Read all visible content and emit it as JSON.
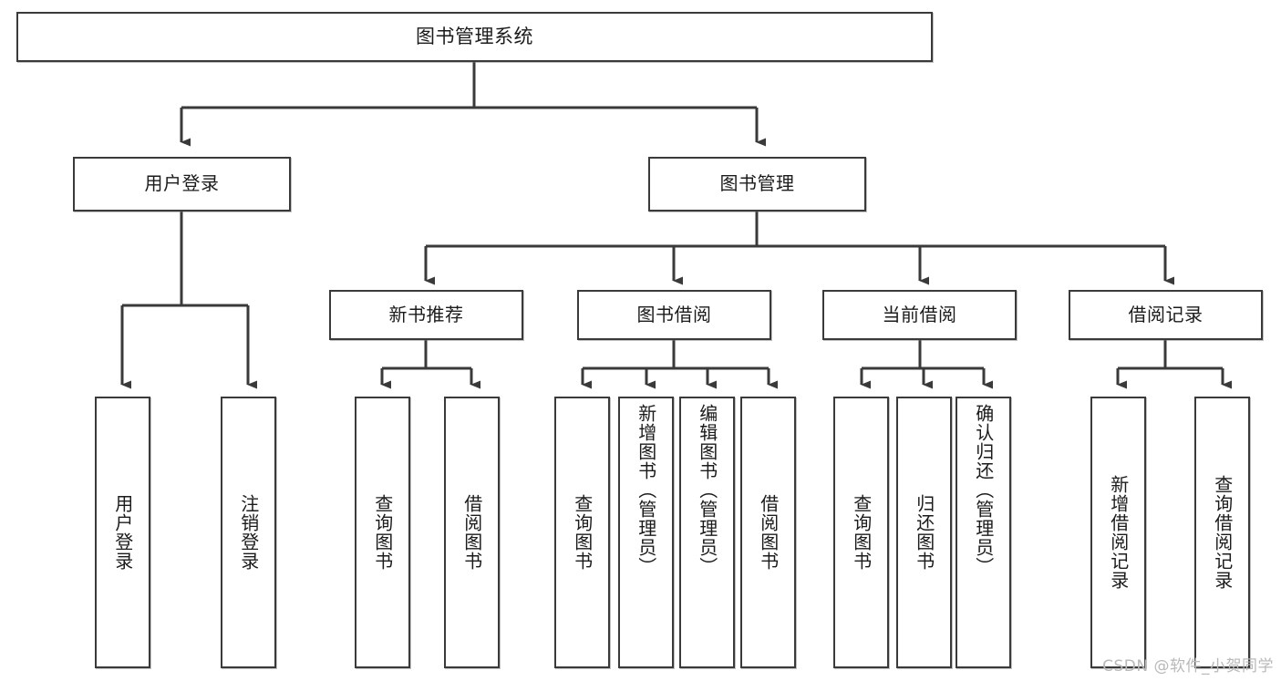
{
  "diagram": {
    "title": "图书管理系统",
    "type": "tree",
    "watermark": "CSDN @软件_小贺同学",
    "colors": {
      "box_border": "#3a3a3a",
      "box_fill": "#ffffff",
      "edge": "#3a3a3a",
      "text": "#1b1b1b",
      "watermark": "#b9b9b9"
    },
    "root": {
      "id": "root",
      "label": "图书管理系统"
    },
    "level2": [
      {
        "id": "user-login",
        "label": "用户登录"
      },
      {
        "id": "book-manage",
        "label": "图书管理"
      }
    ],
    "level3": [
      {
        "id": "new-book-recommend",
        "label": "新书推荐",
        "parent": "book-manage"
      },
      {
        "id": "book-borrow",
        "label": "图书借阅",
        "parent": "book-manage"
      },
      {
        "id": "current-borrow",
        "label": "当前借阅",
        "parent": "book-manage"
      },
      {
        "id": "borrow-record",
        "label": "借阅记录",
        "parent": "book-manage"
      }
    ],
    "leaves": [
      {
        "id": "leaf-user-login",
        "label": "用户登录",
        "parent": "user-login"
      },
      {
        "id": "leaf-user-logout",
        "label": "注销登录",
        "parent": "user-login"
      },
      {
        "id": "leaf-query-book-1",
        "label": "查询图书",
        "parent": "new-book-recommend"
      },
      {
        "id": "leaf-borrow-book-1",
        "label": "借阅图书",
        "parent": "new-book-recommend"
      },
      {
        "id": "leaf-query-book-2",
        "label": "查询图书",
        "parent": "book-borrow"
      },
      {
        "id": "leaf-add-book",
        "label": "新增图书（管理员）",
        "parent": "book-borrow"
      },
      {
        "id": "leaf-edit-book",
        "label": "编辑图书（管理员）",
        "parent": "book-borrow"
      },
      {
        "id": "leaf-borrow-book-2",
        "label": "借阅图书",
        "parent": "book-borrow"
      },
      {
        "id": "leaf-query-book-3",
        "label": "查询图书",
        "parent": "current-borrow"
      },
      {
        "id": "leaf-return-book",
        "label": "归还图书",
        "parent": "current-borrow"
      },
      {
        "id": "leaf-confirm-return",
        "label": "确认归还（管理员）",
        "parent": "current-borrow"
      },
      {
        "id": "leaf-add-record",
        "label": "新增借阅记录",
        "parent": "borrow-record"
      },
      {
        "id": "leaf-query-record",
        "label": "查询借阅记录",
        "parent": "borrow-record"
      }
    ]
  }
}
